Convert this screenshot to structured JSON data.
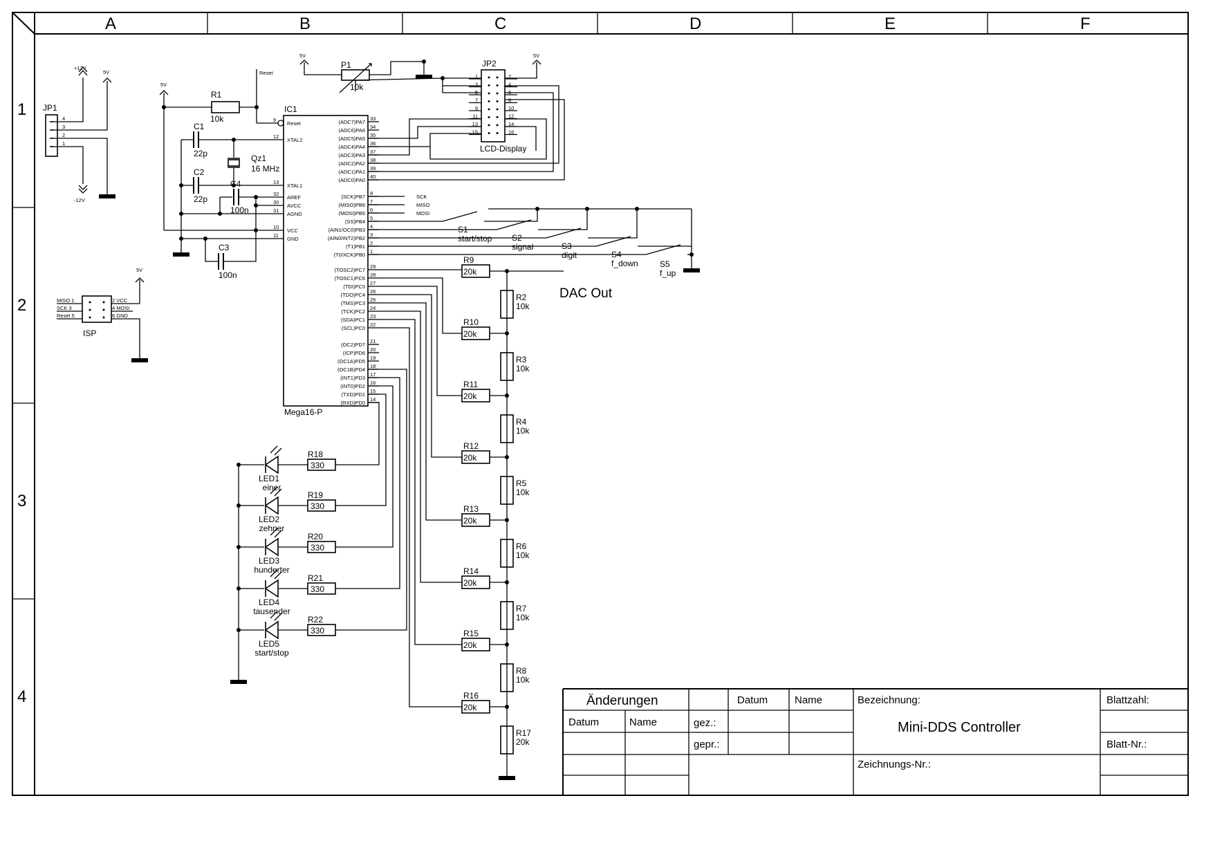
{
  "frame": {
    "columns": [
      "A",
      "B",
      "C",
      "D",
      "E",
      "F"
    ],
    "rows": [
      "1",
      "2",
      "3",
      "4"
    ]
  },
  "title_block": {
    "changes_title": "Änderungen",
    "datum": "Datum",
    "name": "Name",
    "gez": "gez.:",
    "gepr": "gepr.:",
    "bezeichnung_label": "Bezeichnung:",
    "bezeichnung": "Mini-DDS Controller",
    "zeichnungs_nr": "Zeichnungs-Nr.:",
    "blattzahl": "Blattzahl:",
    "blatt_nr": "Blatt-Nr.:"
  },
  "supplies": {
    "v12": "+12V",
    "vneg12": "-12V",
    "v5": "5V",
    "reset": "Reset"
  },
  "jp1": {
    "ref": "JP1",
    "pins": [
      "4",
      "3",
      "2",
      "1"
    ]
  },
  "isp": {
    "ref": "ISP",
    "left_pins": [
      "MISO 1",
      "SCK   3",
      "Reset 5"
    ],
    "right_pins": [
      "2   VCC",
      "4   MOSI",
      "6   GND"
    ]
  },
  "r1": {
    "ref": "R1",
    "value": "10k"
  },
  "c1": {
    "ref": "C1",
    "value": "22p"
  },
  "c2": {
    "ref": "C2",
    "value": "22p"
  },
  "c3": {
    "ref": "C3",
    "value": "100n"
  },
  "c4": {
    "ref": "C4",
    "value": "100n"
  },
  "qz1": {
    "ref": "Qz1",
    "value": "16 MHz"
  },
  "p1": {
    "ref": "P1",
    "value": "10k"
  },
  "ic1": {
    "ref": "IC1",
    "part": "Mega16-P",
    "left_pins": [
      {
        "num": "9",
        "name": "Reset"
      },
      {
        "num": "12",
        "name": "XTAL2"
      },
      {
        "num": "13",
        "name": "XTAL1"
      },
      {
        "num": "32",
        "name": "AREF"
      },
      {
        "num": "30",
        "name": "AVCC"
      },
      {
        "num": "31",
        "name": "AGND"
      },
      {
        "num": "10",
        "name": "VCC"
      },
      {
        "num": "11",
        "name": "GND"
      }
    ],
    "right_pins": [
      {
        "num": "33",
        "name": "(ADC7)PA7"
      },
      {
        "num": "34",
        "name": "(ADC6)PA6"
      },
      {
        "num": "35",
        "name": "(ADC5)PA5"
      },
      {
        "num": "36",
        "name": "(ADC4)PA4"
      },
      {
        "num": "37",
        "name": "(ADC3)PA3"
      },
      {
        "num": "38",
        "name": "(ADC2)PA2"
      },
      {
        "num": "39",
        "name": "(ADC1)PA1"
      },
      {
        "num": "40",
        "name": "(ADC0)PA0"
      },
      {
        "num": "8",
        "name": "(SCK)PB7"
      },
      {
        "num": "7",
        "name": "(MISO)PB6"
      },
      {
        "num": "6",
        "name": "(MOSI)PB5"
      },
      {
        "num": "5",
        "name": "(SS)PB4"
      },
      {
        "num": "4",
        "name": "(AIN1/OC0)PB3"
      },
      {
        "num": "3",
        "name": "(AIN0/INT2)PB2"
      },
      {
        "num": "2",
        "name": "(T1)PB1"
      },
      {
        "num": "1",
        "name": "(T0/XCK)PB0"
      },
      {
        "num": "29",
        "name": "(TOSC2)PC7"
      },
      {
        "num": "28",
        "name": "(TOSC1)PC6"
      },
      {
        "num": "27",
        "name": "(TDI)PC5"
      },
      {
        "num": "26",
        "name": "(TDO)PC4"
      },
      {
        "num": "25",
        "name": "(TMS)PC3"
      },
      {
        "num": "24",
        "name": "(TCK)PC2"
      },
      {
        "num": "23",
        "name": "(SDA)PC1"
      },
      {
        "num": "22",
        "name": "(SCL)PC0"
      },
      {
        "num": "21",
        "name": "(OC2)PD7"
      },
      {
        "num": "20",
        "name": "(ICP)PD6"
      },
      {
        "num": "19",
        "name": "(OC1A)PD5"
      },
      {
        "num": "18",
        "name": "(OC1B)PD4"
      },
      {
        "num": "17",
        "name": "(INT1)PD3"
      },
      {
        "num": "16",
        "name": "(INT0)PD2"
      },
      {
        "num": "15",
        "name": "(TXD)PD1"
      },
      {
        "num": "14",
        "name": "(RXD)PD0"
      }
    ]
  },
  "spi_labels": [
    "SCK",
    "MISO",
    "MOSI"
  ],
  "jp2": {
    "ref": "JP2",
    "name": "LCD-Display",
    "left_pins": [
      "1",
      "3",
      "5",
      "7",
      "9",
      "11",
      "13",
      "15"
    ],
    "right_pins": [
      "2",
      "4",
      "6",
      "8",
      "10",
      "12",
      "14",
      "16"
    ]
  },
  "switches": [
    {
      "ref": "S1",
      "label": "start/stop"
    },
    {
      "ref": "S2",
      "label": "signal"
    },
    {
      "ref": "S3",
      "label": "digit"
    },
    {
      "ref": "S4",
      "label": "f_down"
    },
    {
      "ref": "S5",
      "label": "f_up"
    }
  ],
  "dac_out": "DAC Out",
  "r2r_20k": [
    {
      "ref": "R9",
      "value": "20k"
    },
    {
      "ref": "R10",
      "value": "20k"
    },
    {
      "ref": "R11",
      "value": "20k"
    },
    {
      "ref": "R12",
      "value": "20k"
    },
    {
      "ref": "R13",
      "value": "20k"
    },
    {
      "ref": "R14",
      "value": "20k"
    },
    {
      "ref": "R15",
      "value": "20k"
    },
    {
      "ref": "R16",
      "value": "20k"
    }
  ],
  "r2r_10k": [
    {
      "ref": "R2",
      "value": "10k"
    },
    {
      "ref": "R3",
      "value": "10k"
    },
    {
      "ref": "R4",
      "value": "10k"
    },
    {
      "ref": "R5",
      "value": "10k"
    },
    {
      "ref": "R6",
      "value": "10k"
    },
    {
      "ref": "R7",
      "value": "10k"
    },
    {
      "ref": "R8",
      "value": "10k"
    },
    {
      "ref": "R17",
      "value": "20k"
    }
  ],
  "leds": [
    {
      "ref": "LED1",
      "label": "einer",
      "res": "R18",
      "value": "330"
    },
    {
      "ref": "LED2",
      "label": "zehner",
      "res": "R19",
      "value": "330"
    },
    {
      "ref": "LED3",
      "label": "hunderter",
      "res": "R20",
      "value": "330"
    },
    {
      "ref": "LED4",
      "label": "tausender",
      "res": "R21",
      "value": "330"
    },
    {
      "ref": "LED5",
      "label": "start/stop",
      "res": "R22",
      "value": "330"
    }
  ]
}
